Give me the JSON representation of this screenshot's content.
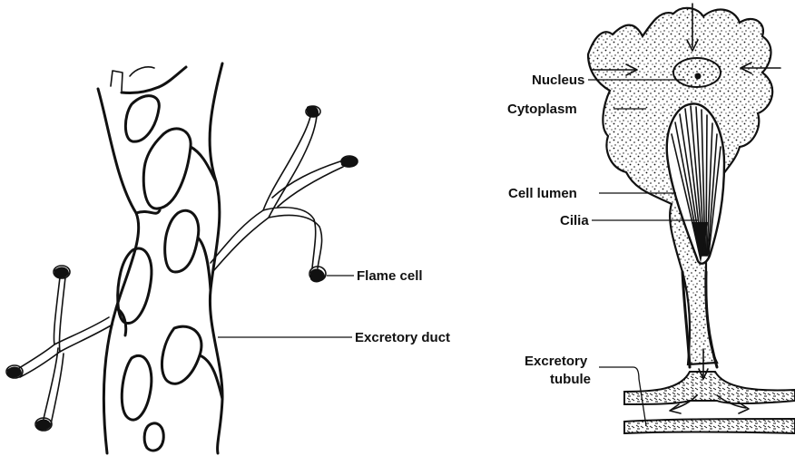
{
  "labels": {
    "flame_cell": "Flame cell",
    "excretory_duct": "Excretory duct",
    "nucleus": "Nucleus",
    "cytoplasm": "Cytoplasm",
    "cell_lumen": "Cell lumen",
    "cilia": "Cilia",
    "excretory_tubule_line1": "Excretory",
    "excretory_tubule_line2": "tubule"
  },
  "colors": {
    "ink": "#111111",
    "background": "#ffffff"
  }
}
